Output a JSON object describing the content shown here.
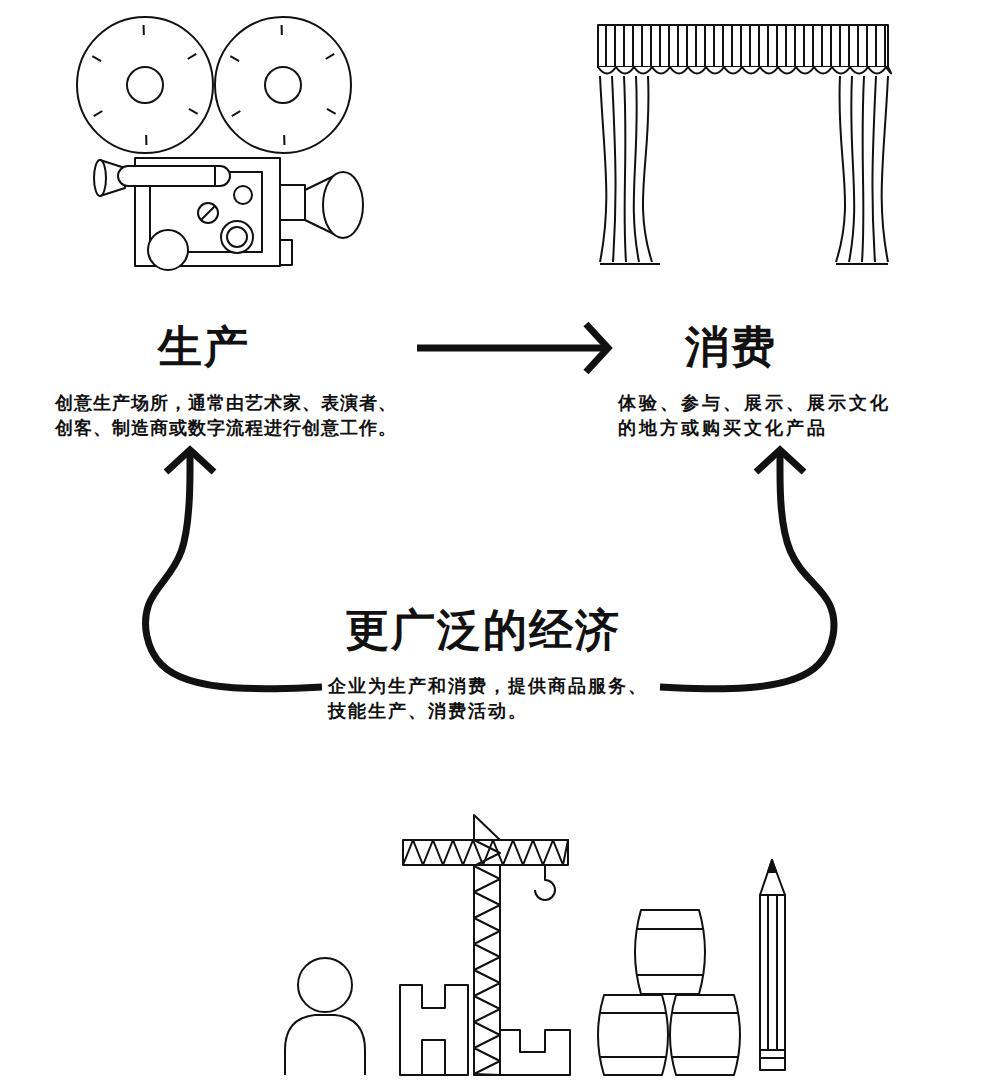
{
  "diagram": {
    "nodes": [
      {
        "text": [
          "生产",
          "创意生产场所，通常由艺术家、表演者、创客、制造商或数字流程进行创意工作。"
        ]
      },
      {
        "text": [
          "消费",
          "体验、参与、展示、展示文化的地方或购买文化产品"
        ]
      },
      {
        "text": [
          "更广泛的经济",
          "企业为生产和消费，提供商品服务、技能生产、消费活动。"
        ]
      }
    ],
    "edges": [
      {
        "from": 0,
        "to": 1,
        "arrow": "to"
      },
      {
        "from": 2,
        "to": 0,
        "arrow": "to"
      },
      {
        "from": 2,
        "to": 1,
        "arrow": "to"
      }
    ]
  }
}
